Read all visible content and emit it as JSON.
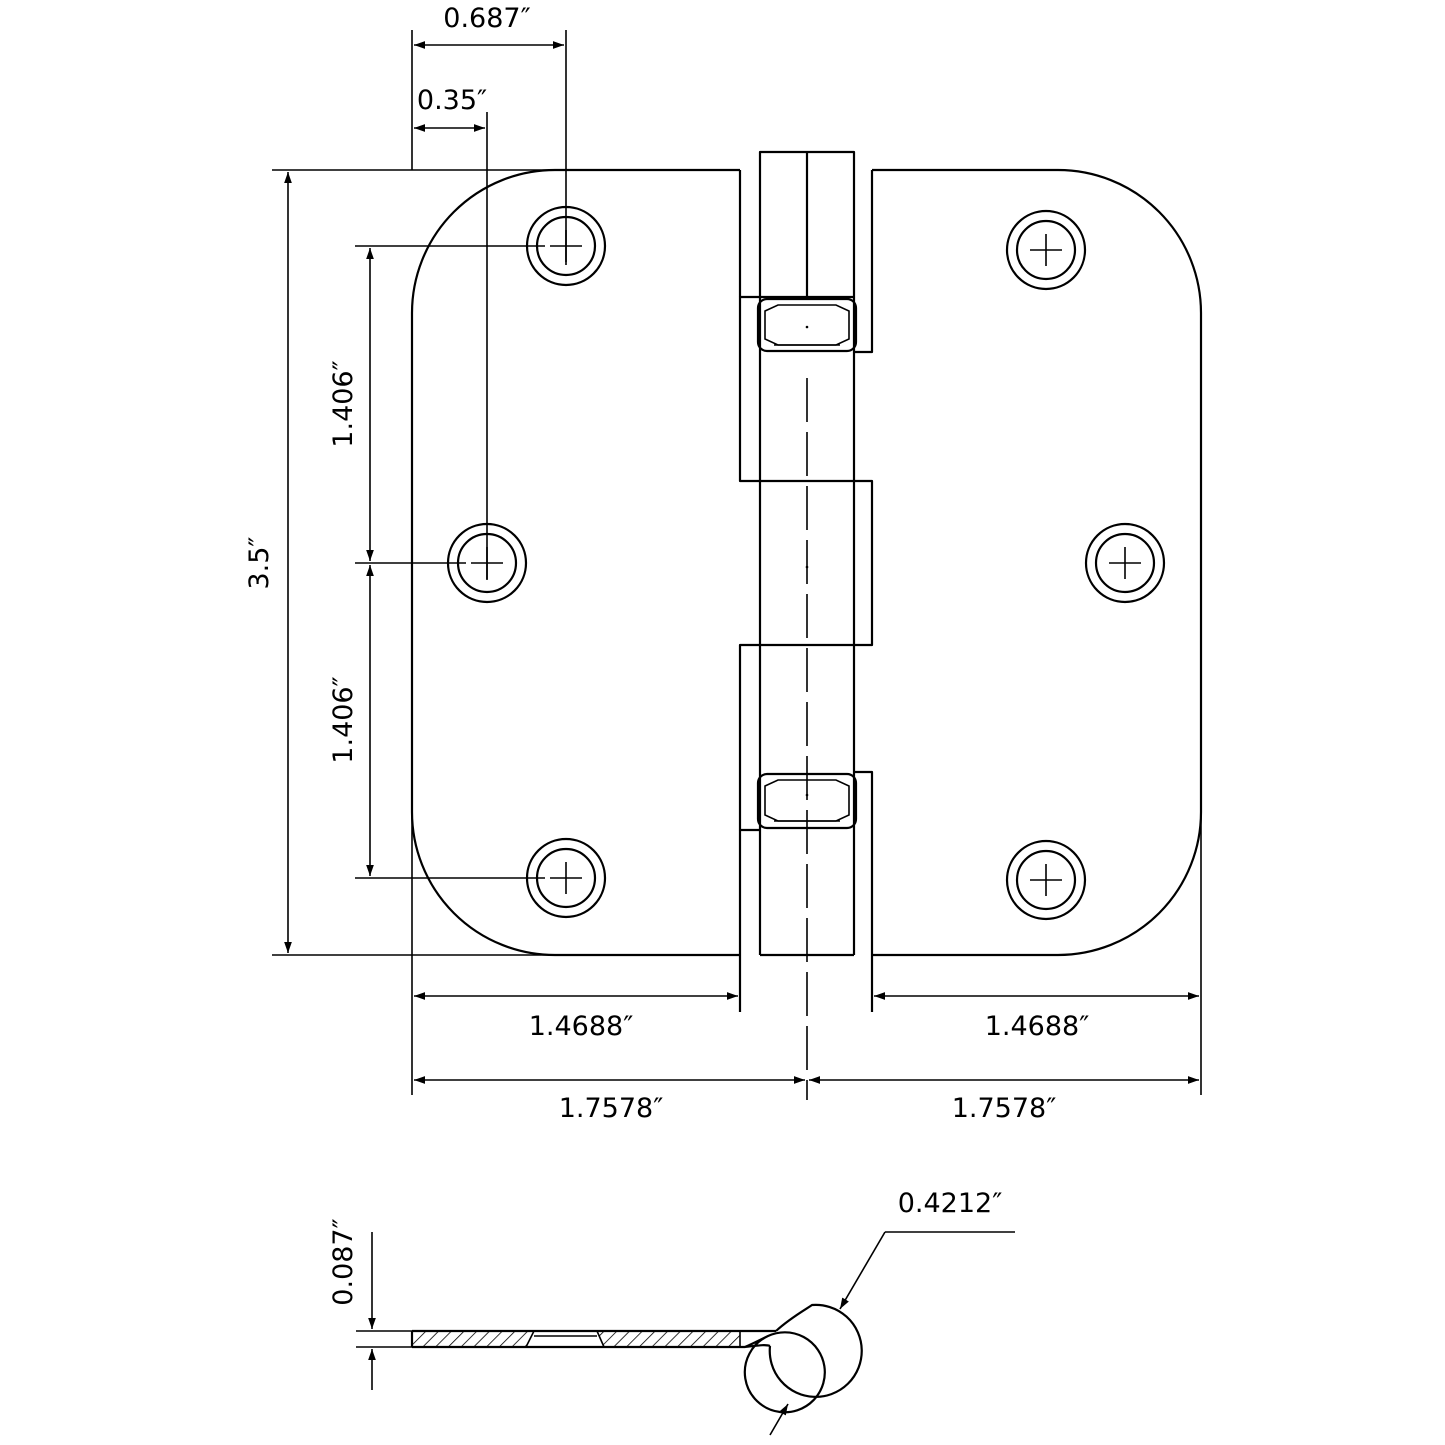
{
  "colors": {
    "line": "#000000",
    "background": "#ffffff"
  },
  "dimensions": {
    "top_hole_offset": "0.687″",
    "middle_hole_offset": "0.35″",
    "overall_height": "3.5″",
    "upper_hole_spacing": "1.406″",
    "lower_hole_spacing": "1.406″",
    "left_leaf_width": "1.4688″",
    "right_leaf_width": "1.4688″",
    "left_half_width": "1.7578″",
    "right_half_width": "1.7578″",
    "leaf_thickness": "0.087″",
    "knuckle_diameter": "0.4212″"
  }
}
